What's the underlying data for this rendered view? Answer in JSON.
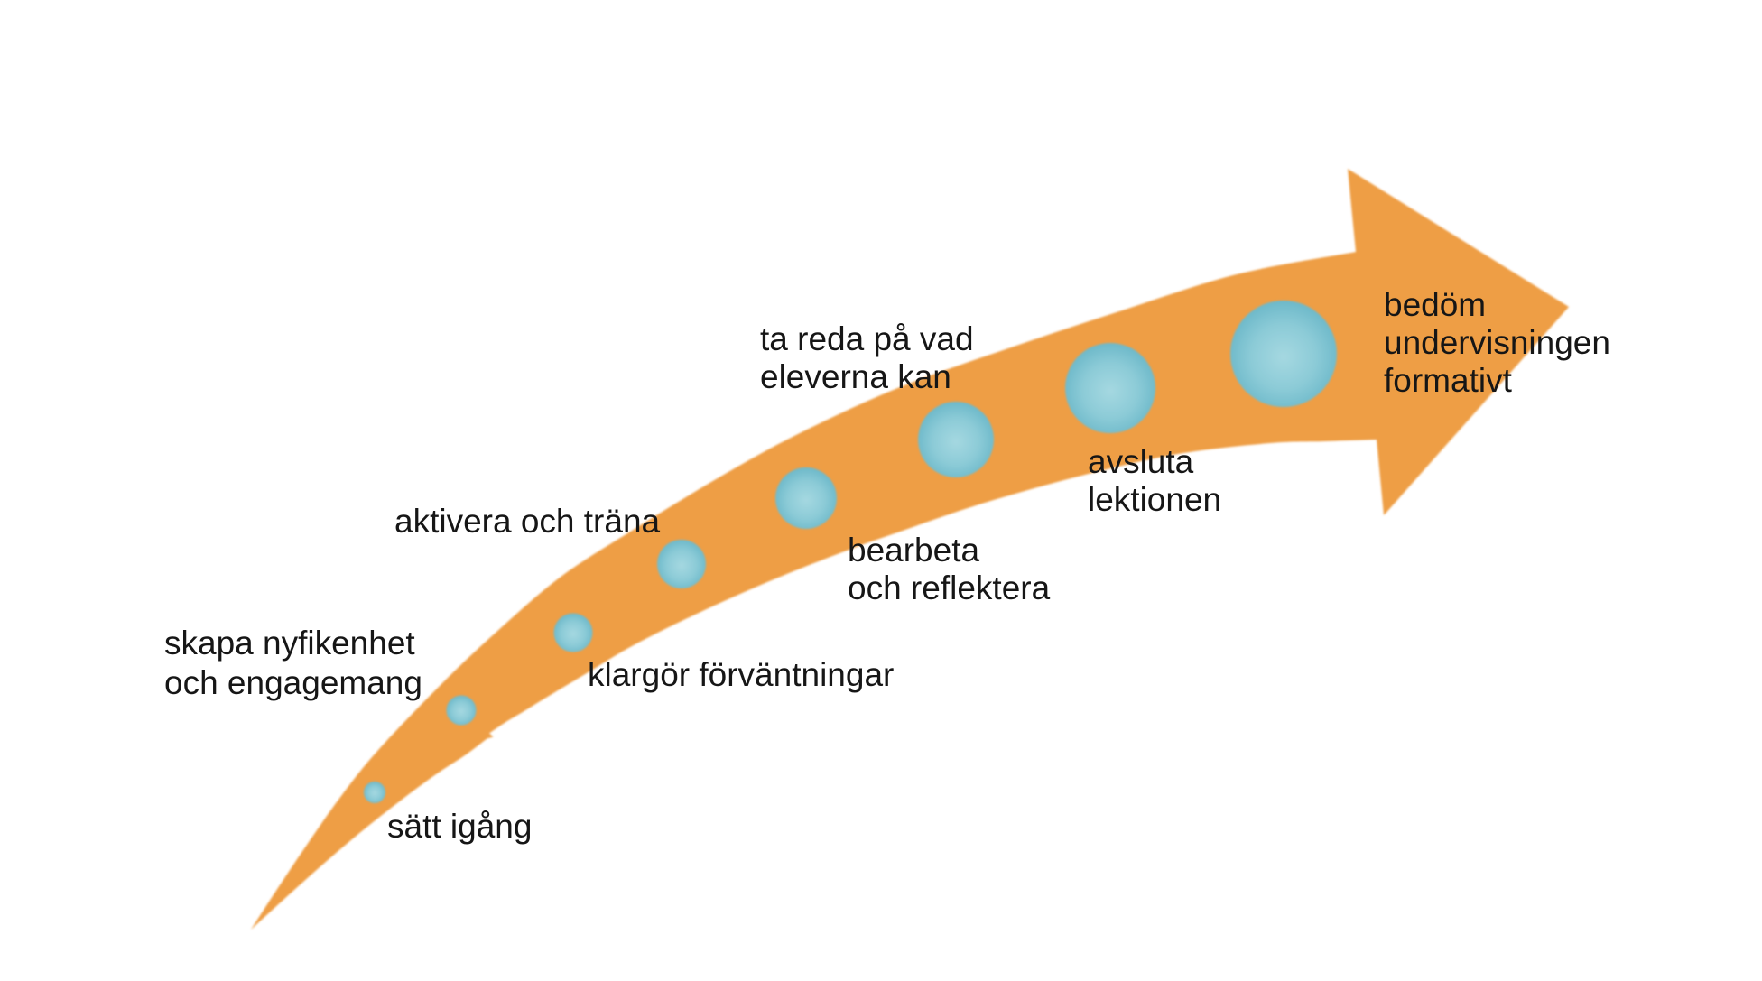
{
  "diagram": {
    "description": "lesson flow arrow with steps",
    "background_color": "#ffffff",
    "arrow_color": "#ee9e44",
    "dot_center_color": "#a5d8e1",
    "dot_mid_color": "#8ccbd7",
    "dot_edge_color": "#6ab7c8",
    "text_color": "#161616",
    "steps": [
      {
        "order": 1,
        "label": "sätt igång",
        "lines": [
          "sätt igång"
        ],
        "dot_radius": 12
      },
      {
        "order": 2,
        "label": "skapa nyfikenhet och engagemang",
        "lines": [
          "skapa nyfikenhet",
          "och engagemang"
        ],
        "dot_radius": 16.5
      },
      {
        "order": 3,
        "label": "klargör förväntningar",
        "lines": [
          "klargör förväntningar"
        ],
        "dot_radius": 21.5
      },
      {
        "order": 4,
        "label": "aktivera och träna",
        "lines": [
          "aktivera och träna"
        ],
        "dot_radius": 27
      },
      {
        "order": 5,
        "label": "bearbeta och reflektera",
        "lines": [
          "bearbeta",
          "och reflektera"
        ],
        "dot_radius": 34
      },
      {
        "order": 6,
        "label": "ta reda på vad eleverna kan",
        "lines": [
          "ta reda på vad",
          "eleverna kan"
        ],
        "dot_radius": 42
      },
      {
        "order": 7,
        "label": "avsluta lektionen",
        "lines": [
          "avsluta",
          "lektionen"
        ],
        "dot_radius": 50
      },
      {
        "order": 8,
        "label": "bedöm undervisningen formativt",
        "lines": [
          "bedöm",
          "undervisningen",
          "formativt"
        ],
        "dot_radius": 59
      }
    ]
  }
}
